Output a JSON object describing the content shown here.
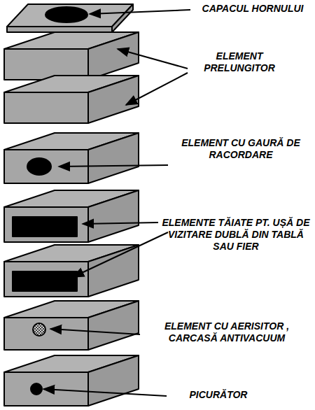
{
  "diagram": {
    "labels": [
      "CAPACUL HORNULUI",
      "ELEMENT PRELUNGITOR",
      "ELEMENT CU GAURĂ DE RACORDARE",
      "ELEMENTE TĂIATE PT. UȘĂ DE VIZITARE DUBLĂ DIN TABLĂ SAU FIER",
      "ELEMENT CU AERISITOR , CARCASĂ ANTIVACUUM",
      "PICURĂTOR"
    ]
  }
}
